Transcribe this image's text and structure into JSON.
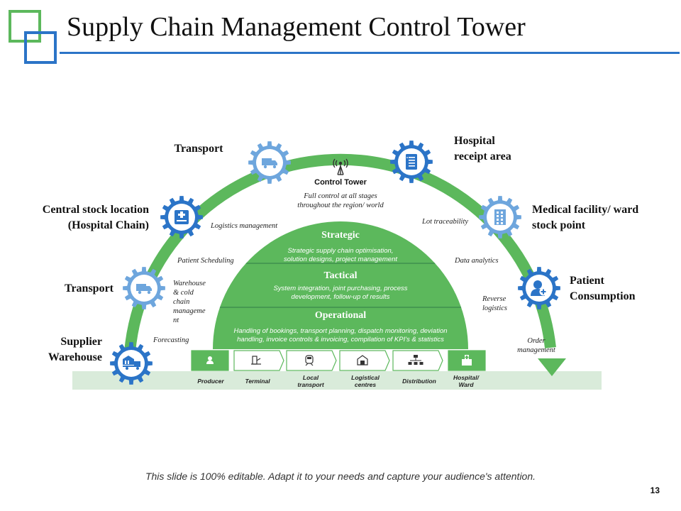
{
  "slide": {
    "title": "Supply Chain Management Control Tower",
    "footer": "This slide is 100% editable. Adapt it to your needs and capture your audience's attention.",
    "page_number": "13"
  },
  "colors": {
    "green": "#5cb85c",
    "green_dark": "#3ea45a",
    "blue": "#2b74c7",
    "blue_light": "#6ea6dd",
    "band": "#d9ebda"
  },
  "arc_nodes": [
    {
      "label": "Supplier\nWarehouse",
      "icon": "warehouse-truck-icon",
      "style": "dark"
    },
    {
      "label": "Transport",
      "icon": "truck-icon",
      "style": "light"
    },
    {
      "label": "Central stock location\n(Hospital Chain)",
      "icon": "hospital-icon",
      "style": "dark"
    },
    {
      "label": "Transport",
      "icon": "truck-icon",
      "style": "light"
    },
    {
      "label": "Hospital\nreceipt area",
      "icon": "receipt-icon",
      "style": "dark"
    },
    {
      "label": "Medical facility/ ward\nstock point",
      "icon": "building-icon",
      "style": "light"
    },
    {
      "label": "Patient\nConsumption",
      "icon": "patient-icon",
      "style": "dark"
    }
  ],
  "control_tower": {
    "label": "Control Tower",
    "icon": "antenna-tower-icon",
    "description": "Full control at all stages\nthroughout the region/ world"
  },
  "annotations": {
    "logistics_management": "Logistics management",
    "patient_scheduling": "Patient Scheduling",
    "warehouse_cold_chain": "Warehouse\n& cold\nchain\nmanageme\nnt",
    "forecasting": "Forecasting",
    "lot_traceability": "Lot traceability",
    "data_analytics": "Data analytics",
    "reverse_logistics": "Reverse\nlogistics",
    "order_management": "Order\nmanagement"
  },
  "tiers": [
    {
      "title": "Strategic",
      "description": "Strategic supply chain optimisation,\nsolution designs, project management"
    },
    {
      "title": "Tactical",
      "description": "System integration, joint purchasing, process\ndevelopment, follow-up of results"
    },
    {
      "title": "Operational",
      "description": "Handling of bookings, transport planning, dispatch monitoring, deviation\nhandling, invoice controls & invoicing, compilation of KPI's & statistics"
    }
  ],
  "flow_steps": [
    {
      "label": "Producer",
      "icon": "person-icon",
      "filled": true
    },
    {
      "label": "Terminal",
      "icon": "terminal-icon",
      "filled": false
    },
    {
      "label": "Local\ntransport",
      "icon": "train-icon",
      "filled": false
    },
    {
      "label": "Logistical\ncentres",
      "icon": "warehouse-icon",
      "filled": false
    },
    {
      "label": "Distribution",
      "icon": "hierarchy-icon",
      "filled": false
    },
    {
      "label": "Hospital/\nWard",
      "icon": "hospital-building-icon",
      "filled": true
    }
  ]
}
